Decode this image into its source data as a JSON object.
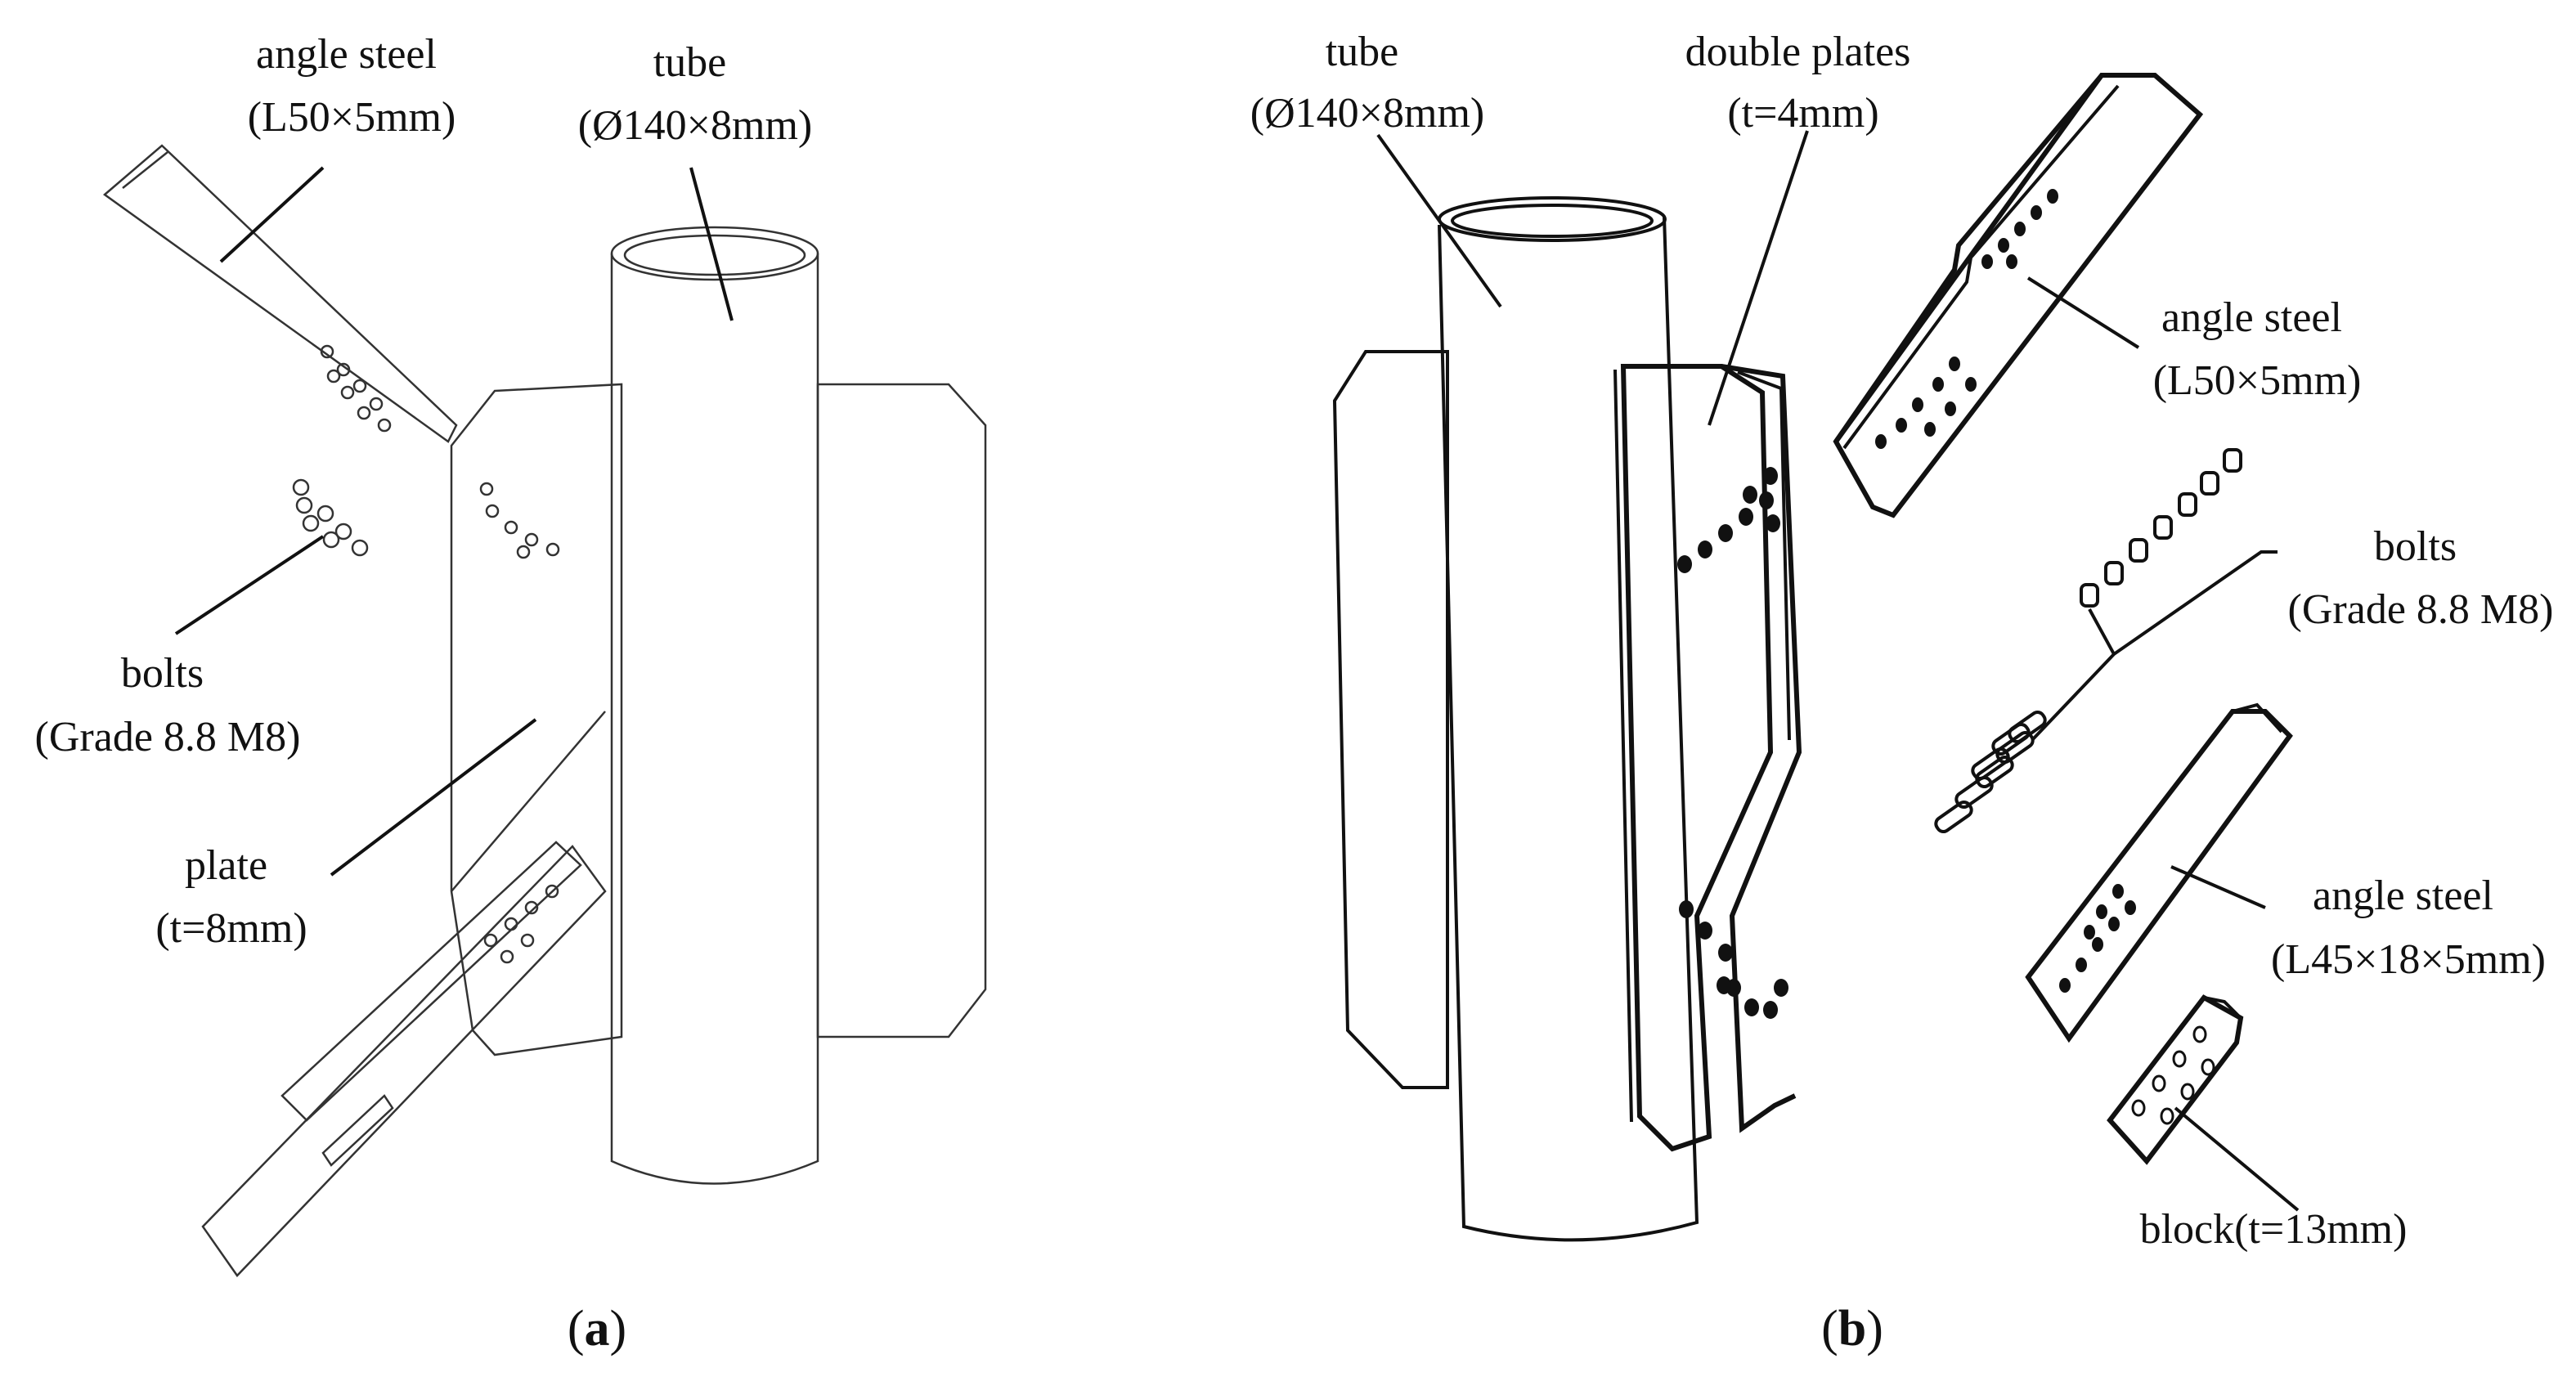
{
  "panel_a": {
    "caption": "a",
    "labels": {
      "angle_steel": [
        "angle steel",
        "(L50×5mm)"
      ],
      "tube": [
        "tube",
        "(Ø140×8mm)"
      ],
      "bolts": [
        "bolts",
        "(Grade 8.8 M8)"
      ],
      "plate": [
        "plate",
        "(t=8mm)"
      ]
    }
  },
  "panel_b": {
    "caption": "b",
    "labels": {
      "tube": [
        "tube",
        "(Ø140×8mm)"
      ],
      "double_plates": [
        "double plates",
        "(t=4mm)"
      ],
      "angle_steel_top": [
        "angle steel",
        "(L50×5mm)"
      ],
      "bolts": [
        "bolts",
        "(Grade 8.8 M8)"
      ],
      "angle_steel_bottom": [
        "angle steel",
        "(L45×18×5mm)"
      ],
      "block": [
        "block(t=13mm)"
      ]
    }
  }
}
